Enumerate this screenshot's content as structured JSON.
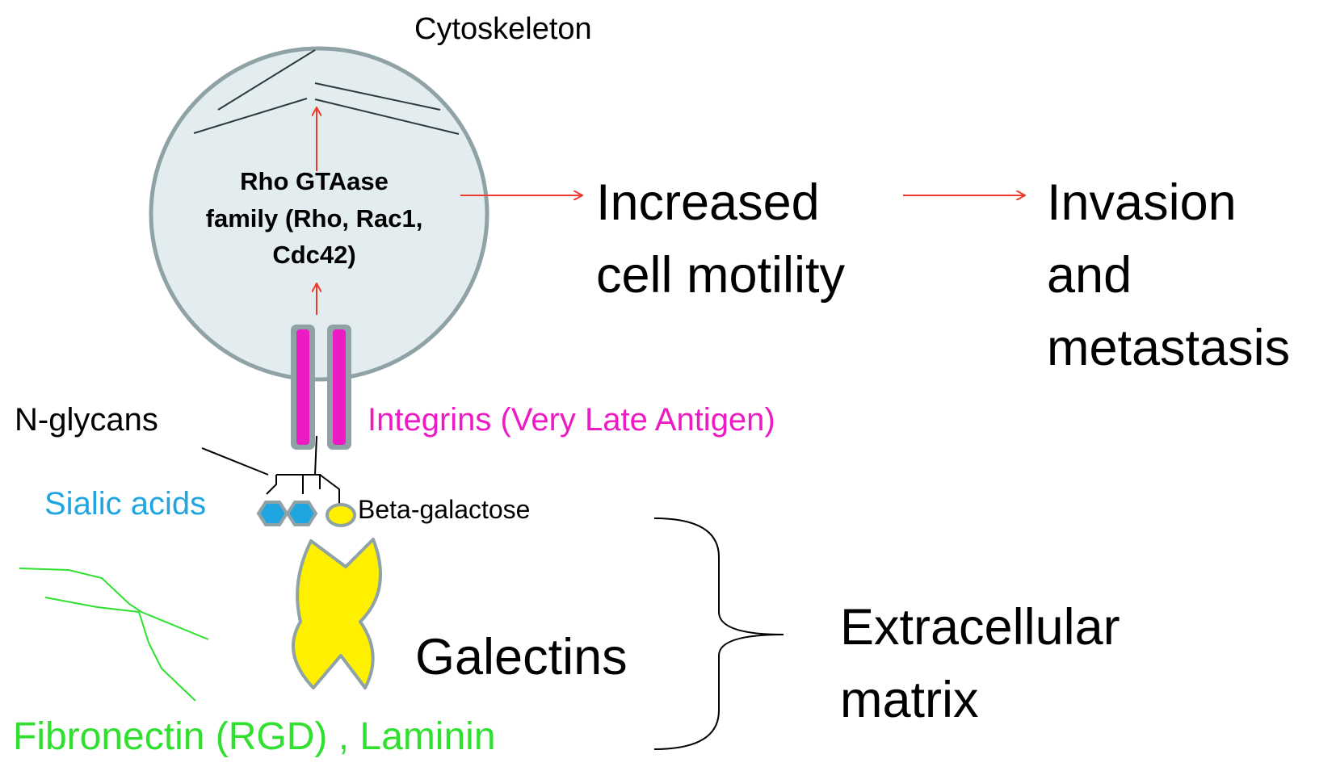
{
  "labels": {
    "cytoskeleton": "Cytoskeleton",
    "rho_line1": "Rho GTAase",
    "rho_line2": "family (Rho, Rac1,",
    "rho_line3": "Cdc42)",
    "motility_line1": "Increased",
    "motility_line2": "cell motility",
    "invasion_line1": "Invasion",
    "invasion_line2": "and",
    "invasion_line3": "metastasis",
    "n_glycans": "N-glycans",
    "integrins": "Integrins (Very Late Antigen)",
    "sialic_acids": "Sialic acids",
    "beta_galactose": "Beta-galactose",
    "galectins": "Galectins",
    "ecm_line1": "Extracellular",
    "ecm_line2": "matrix",
    "fibronectin": "Fibronectin (RGD) , Laminin"
  },
  "colors": {
    "cell_fill": "#e3ecee",
    "cell_stroke": "#8fa2a6",
    "arrow": "#ee3a2e",
    "integrin": "#ec1bc4",
    "sialic": "#1fa6e0",
    "galectin": "#fff000",
    "fibronectin": "#2fe02f",
    "text": "#000000"
  }
}
